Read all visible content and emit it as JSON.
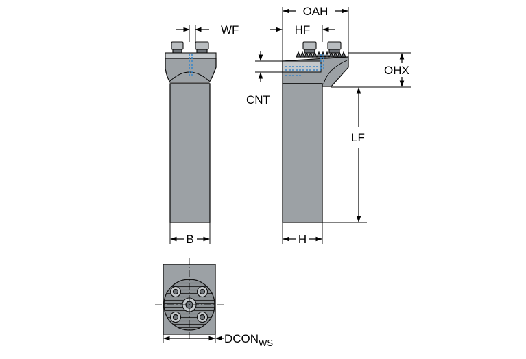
{
  "labels": {
    "wf": "WF",
    "oah": "OAH",
    "hf": "HF",
    "ohx": "OHX",
    "cnt": "CNT",
    "lf": "LF",
    "b": "B",
    "h": "H",
    "dcon_main": "DCON",
    "dcon_sub": "WS"
  },
  "colors": {
    "shade": "#9ca1a5",
    "dark": "#6e7378",
    "light": "#c4c8cb",
    "screw": "#b9bdc0",
    "coolant": "#3a86c8"
  }
}
